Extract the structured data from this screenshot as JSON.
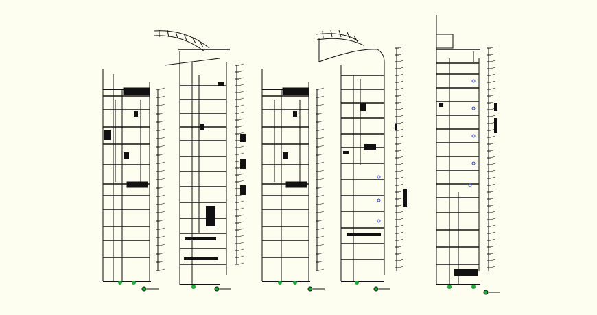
{
  "drawing": {
    "background": "#fdfdf0",
    "line_color": "#111111",
    "marker_color": "#1faa3a",
    "accent_color": "#3344cc",
    "elevation_count": 5
  },
  "elevations": [
    {
      "id": "elevation-1",
      "floors": 12,
      "has_canopy": false
    },
    {
      "id": "elevation-2",
      "floors": 13,
      "has_canopy": true
    },
    {
      "id": "elevation-3",
      "floors": 12,
      "has_canopy": false
    },
    {
      "id": "elevation-4",
      "floors": 13,
      "has_canopy": true
    },
    {
      "id": "elevation-5",
      "floors": 15,
      "has_canopy": false
    }
  ]
}
